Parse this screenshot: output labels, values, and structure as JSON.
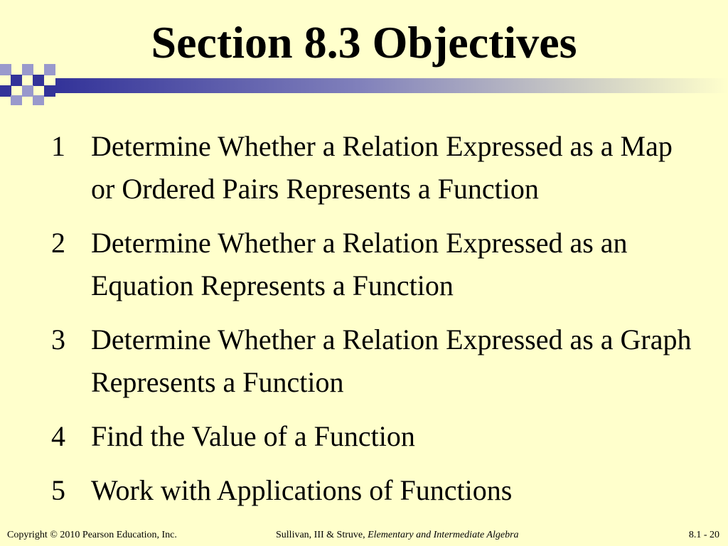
{
  "slide": {
    "title": "Section 8.3 Objectives",
    "objectives": [
      {
        "number": "1",
        "text": "Determine Whether a Relation Expressed as a Map or Ordered Pairs Represents a Function"
      },
      {
        "number": "2",
        "text": "Determine Whether a Relation Expressed as an Equation Represents a Function"
      },
      {
        "number": "3",
        "text": "Determine Whether a Relation Expressed as a Graph Represents a Function"
      },
      {
        "number": "4",
        "text": "Find the Value of a Function"
      },
      {
        "number": "5",
        "text": "Work with Applications of Functions"
      }
    ]
  },
  "footer": {
    "copyright": "Copyright © 2010 Pearson Education, Inc.",
    "authors": "Sullivan, III & Struve, ",
    "book_title": "Elementary and Intermediate Algebra",
    "slide_number": "8.1 - 20"
  },
  "colors": {
    "background": "#ffffcc",
    "accent_dark": "#333399",
    "accent_light": "#9999cc"
  }
}
